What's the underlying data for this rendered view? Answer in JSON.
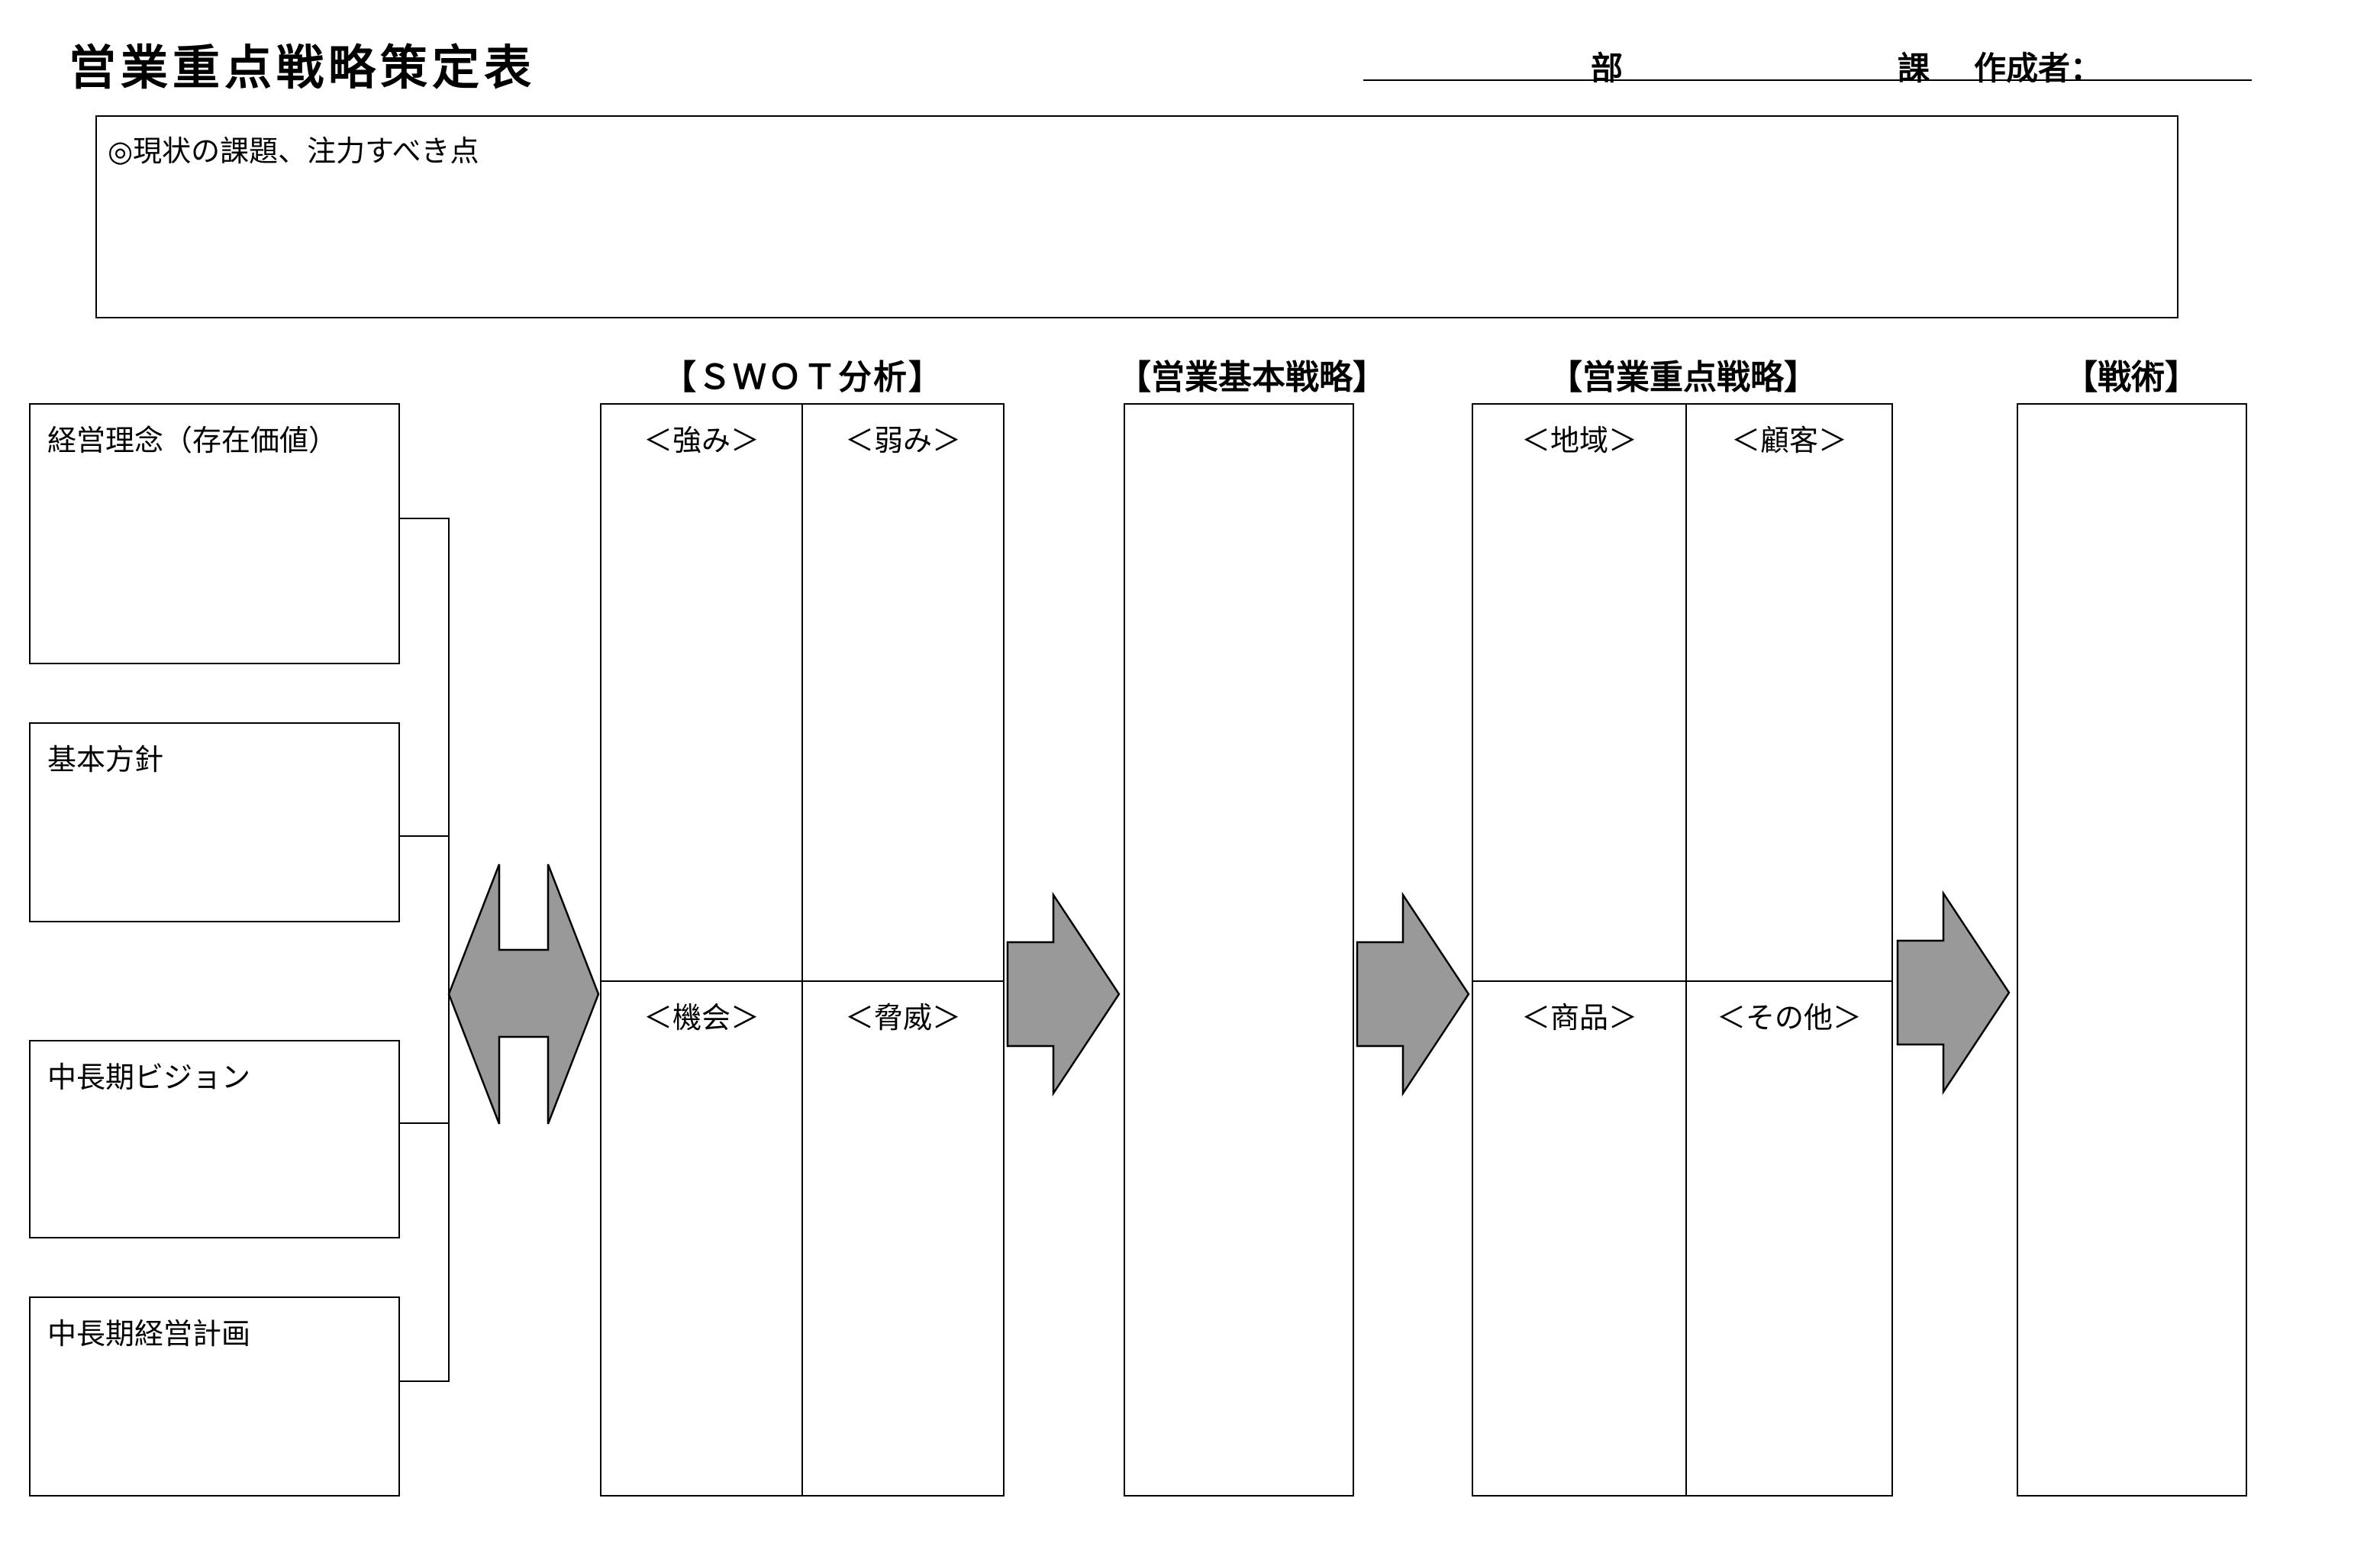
{
  "title": "営業重点戦略策定表",
  "author_line": {
    "dept": "部",
    "section": "課",
    "author": "作成者："
  },
  "issues_box": {
    "label": "◎現状の課題、注力すべき点"
  },
  "left_column": [
    {
      "label": "経営理念（存在価値）"
    },
    {
      "label": "基本方針"
    },
    {
      "label": "中長期ビジョン"
    },
    {
      "label": "中長期経営計画"
    }
  ],
  "swot": {
    "header": "【ＳＷＯＴ分析】",
    "strengths": "＜強み＞",
    "weaknesses": "＜弱み＞",
    "opportunities": "＜機会＞",
    "threats": "＜脅威＞"
  },
  "basic_strategy": {
    "header": "【営業基本戦略】"
  },
  "priority_strategy": {
    "header": "【営業重点戦略】",
    "region": "＜地域＞",
    "customer": "＜顧客＞",
    "product": "＜商品＞",
    "other": "＜その他＞"
  },
  "tactics": {
    "header": "【戦術】"
  },
  "colors": {
    "arrow_fill": "#999999",
    "line": "#000000"
  }
}
